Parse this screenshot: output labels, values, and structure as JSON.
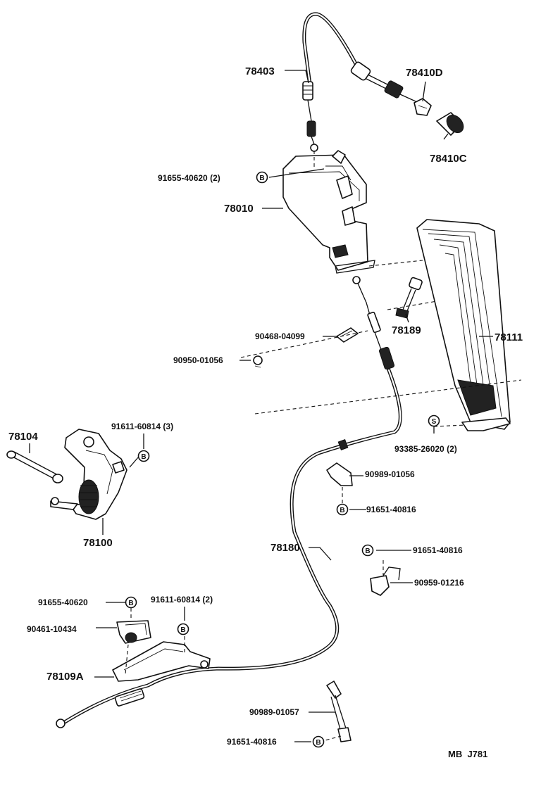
{
  "labels": {
    "p78403": "78403",
    "p78410D": "78410D",
    "p78410C": "78410C",
    "p91655_40620_2": "91655-40620 (2)",
    "p78010": "78010",
    "p78111": "78111",
    "p78189": "78189",
    "p90468_04099": "90468-04099",
    "p90950_01056": "90950-01056",
    "p78104": "78104",
    "p91611_60814_3": "91611-60814 (3)",
    "p93385_26020_2": "93385-26020 (2)",
    "p90989_01056": "90989-01056",
    "p91651_40816_a": "91651-40816",
    "p78100": "78100",
    "p78180": "78180",
    "p91651_40816_b": "91651-40816",
    "p90959_01216": "90959-01216",
    "p91655_40620": "91655-40620",
    "p91611_60814_2": "91611-60814 (2)",
    "p90461_10434": "90461-10434",
    "p78109A": "78109A",
    "p90989_01057": "90989-01057",
    "p91651_40816_c": "91651-40816",
    "code": "MB  J781"
  },
  "markers": {
    "bolt": "B",
    "screw": "S"
  }
}
